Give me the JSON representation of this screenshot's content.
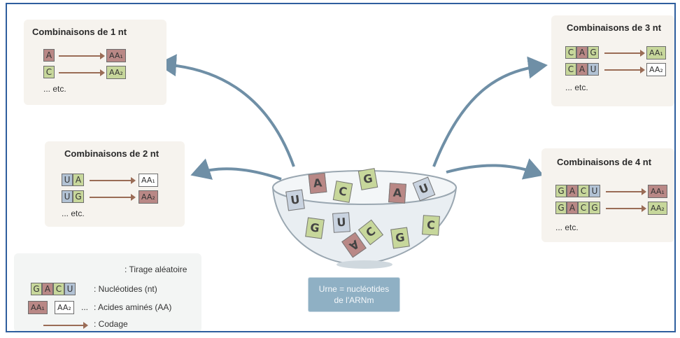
{
  "panels": {
    "nt1": {
      "title": "Combinaisons de 1 nt",
      "rows": [
        {
          "nucleotides": [
            "A"
          ],
          "amino": "AA₁"
        },
        {
          "nucleotides": [
            "C"
          ],
          "amino": "AA₂"
        }
      ],
      "etc": "... etc."
    },
    "nt2": {
      "title": "Combinaisons de 2 nt",
      "rows": [
        {
          "nucleotides": [
            "U",
            "A"
          ],
          "amino": "AA₁"
        },
        {
          "nucleotides": [
            "U",
            "G"
          ],
          "amino": "AA₂"
        }
      ],
      "etc": "... etc."
    },
    "nt3": {
      "title": "Combinaisons de 3 nt",
      "rows": [
        {
          "nucleotides": [
            "C",
            "A",
            "G"
          ],
          "amino": "AA₁"
        },
        {
          "nucleotides": [
            "C",
            "A",
            "U"
          ],
          "amino": "AA₂"
        }
      ],
      "etc": "... etc."
    },
    "nt4": {
      "title": "Combinaisons de 4 nt",
      "rows": [
        {
          "nucleotides": [
            "G",
            "A",
            "C",
            "U"
          ],
          "amino": "AA₁"
        },
        {
          "nucleotides": [
            "G",
            "A",
            "C",
            "G"
          ],
          "amino": "AA₂"
        }
      ],
      "etc": "... etc."
    }
  },
  "legend": {
    "draw": ": Tirage aléatoire",
    "nucleotide_sample": [
      "G",
      "A",
      "C",
      "U"
    ],
    "nucleotides": ": Nucléotides (nt)",
    "amino_sample": [
      "AA₁",
      "AA₂"
    ],
    "amino_ellipsis": "...",
    "amino": ": Acides aminés (AA)",
    "coding": ": Codage"
  },
  "urn": {
    "tiles": [
      "U",
      "A",
      "C",
      "G",
      "A",
      "U",
      "G",
      "U",
      "C",
      "A",
      "G",
      "C"
    ],
    "label_line1": "Urne = nucléotides",
    "label_line2": "de l'ARNm"
  },
  "colors": {
    "frame": "#2e5e9e",
    "panel_bg": "#f6f3ee",
    "nucleotide_green": "#c7d79b",
    "nucleotide_pink": "#b98886",
    "nucleotide_blue": "#b2c2d4",
    "coding_arrow": "#9a6c56",
    "draw_arrow": "#6f8fa6",
    "urn_label_bg": "#8fb0c4"
  }
}
